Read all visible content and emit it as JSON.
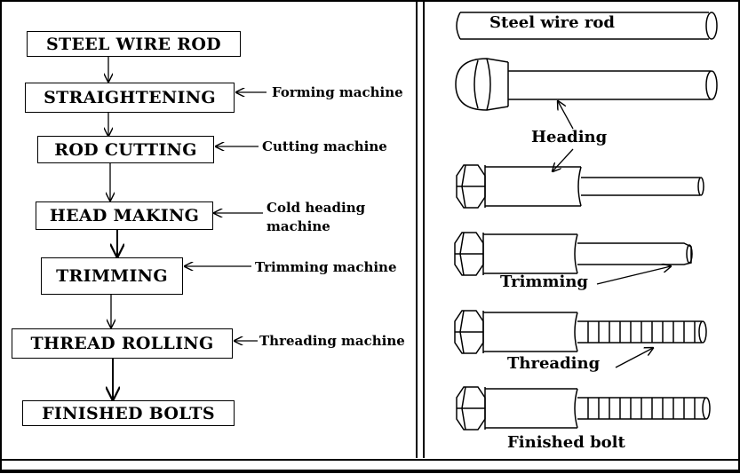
{
  "flowchart": {
    "steps": [
      "STEEL WIRE ROD",
      "STRAIGHTENING",
      "ROD CUTTING",
      "HEAD MAKING",
      "TRIMMING",
      "THREAD ROLLING",
      "FINISHED BOLTS"
    ],
    "machines": [
      "Forming machine",
      "Cutting machine",
      "Cold heading",
      "machine",
      "Trimming machine",
      "Threading machine"
    ]
  },
  "illustration": {
    "labels": [
      "Steel wire rod",
      "Heading",
      "Trimming",
      "Threading",
      "Finished bolt"
    ]
  },
  "colors": {
    "line": "#000000",
    "background": "#ffffff"
  }
}
